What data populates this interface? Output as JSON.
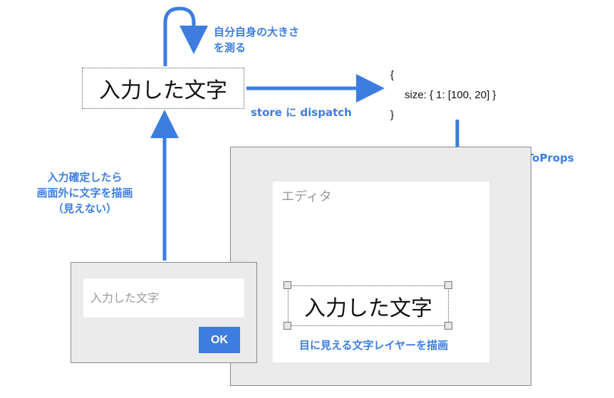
{
  "measure": {
    "text": "入力した文字",
    "loop_label": [
      "自分自身の大きさ",
      "を測る"
    ]
  },
  "dispatch_label": "store に dispatch",
  "store_json": {
    "open": "{",
    "line": "size: { 1: [100, 20] }",
    "close": "}"
  },
  "map_label": "mapStateToProps",
  "offscreen_label": [
    "入力確定したら",
    "画面外に文字を描画",
    "（見えない）"
  ],
  "editor": {
    "title": "エディタ",
    "layer_text": "入力した文字",
    "caption": "目に見える文字レイヤーを描画"
  },
  "dialog": {
    "input_value": "入力した文字",
    "ok_label": "OK"
  },
  "colors": {
    "accent": "#3d7de0",
    "panel_gray": "#ebebeb"
  }
}
